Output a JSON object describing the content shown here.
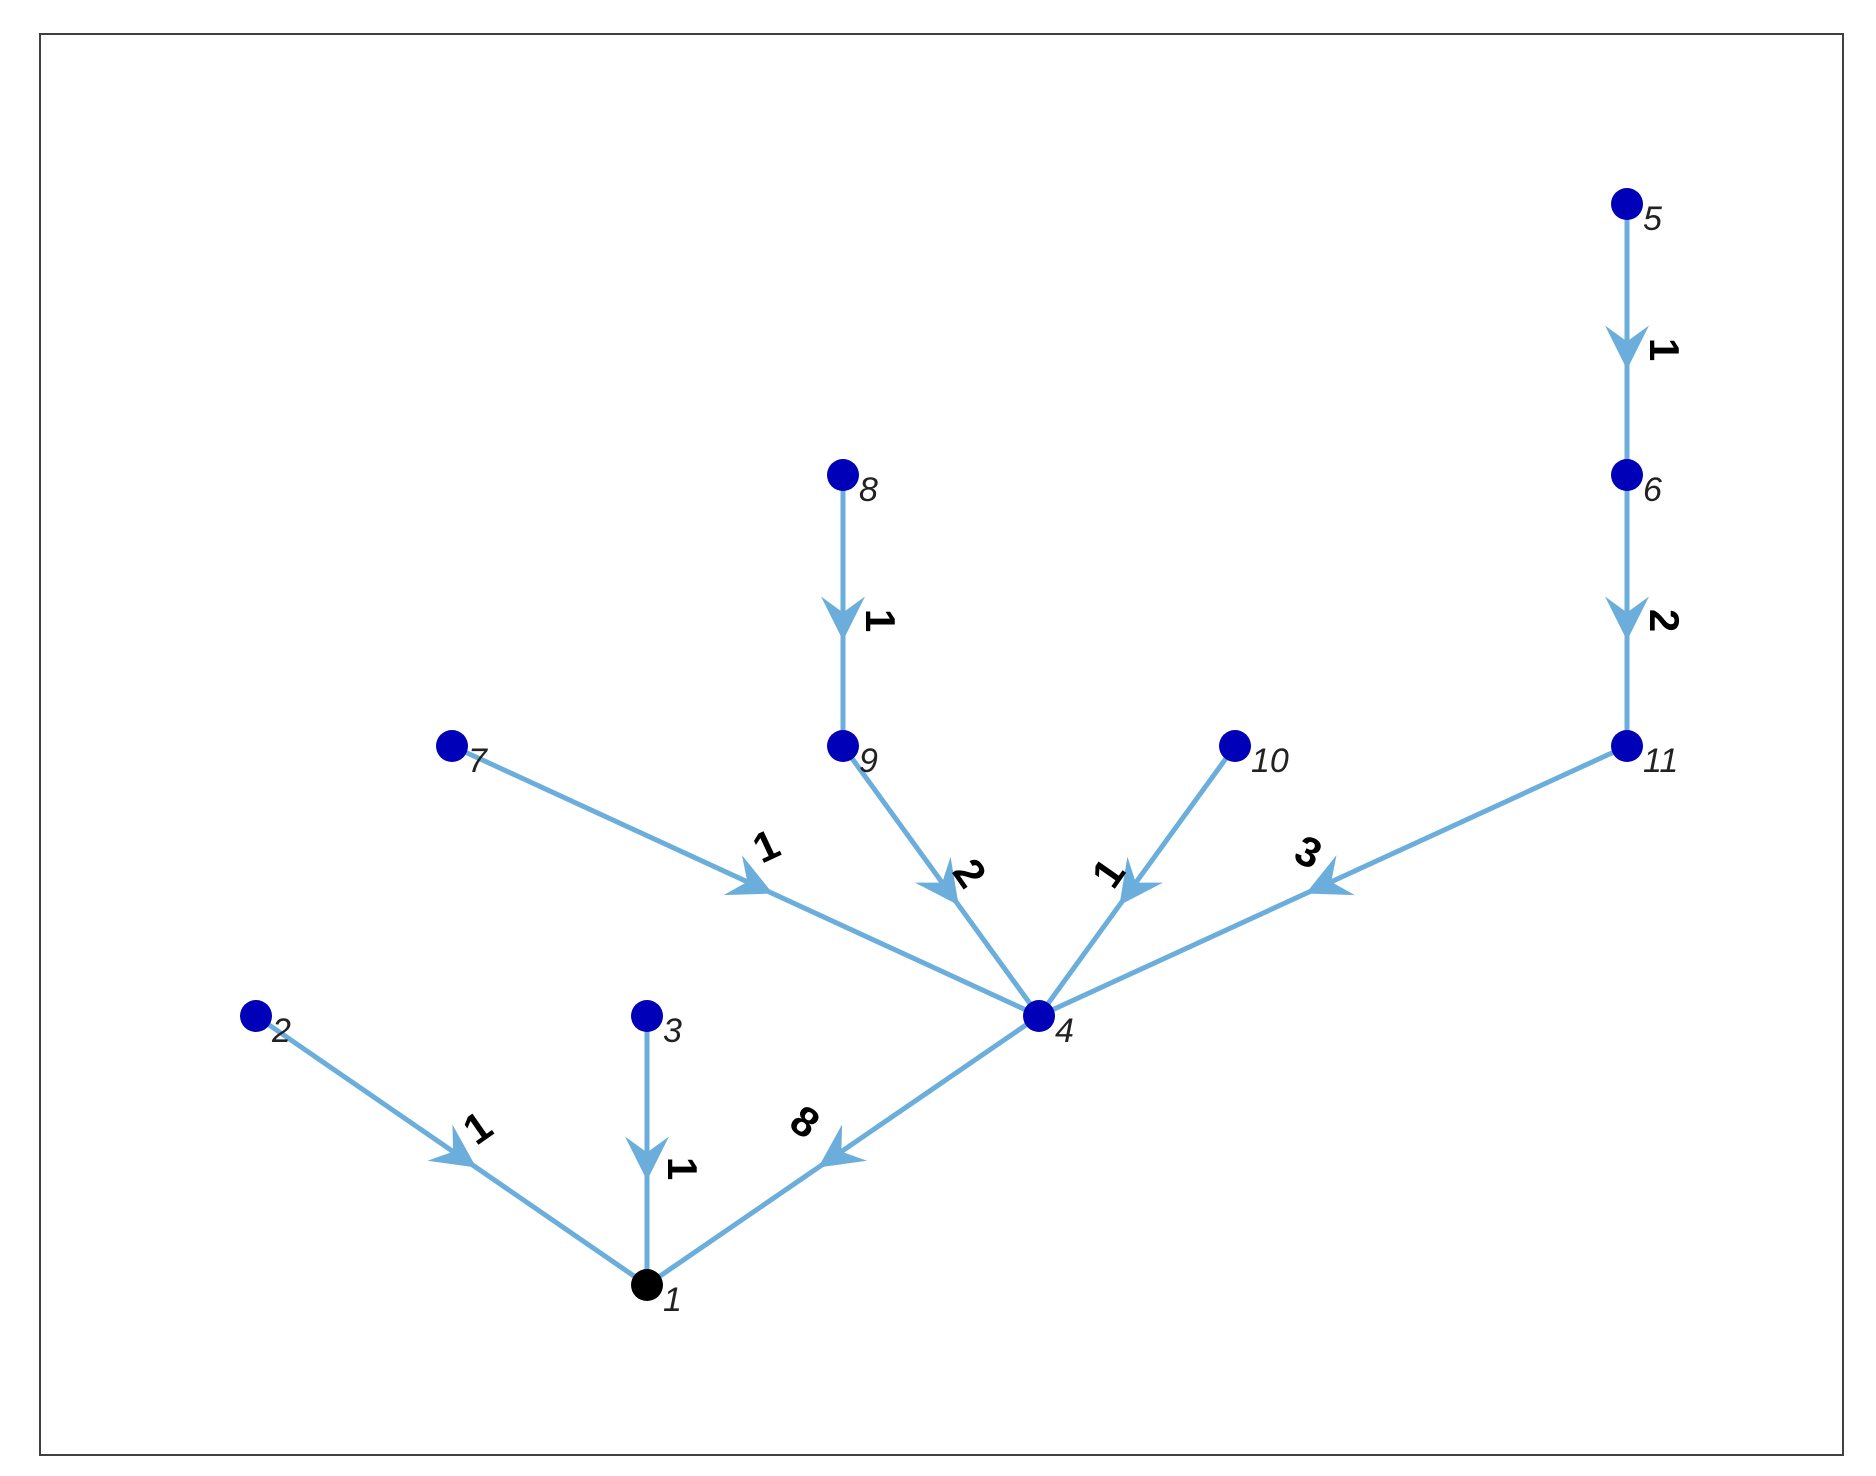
{
  "graph": {
    "type": "directed-tree",
    "edge_color": "#6BAEDB",
    "node_color": "#0000B8",
    "root_color": "#000000",
    "root": "1",
    "nodes": [
      "1",
      "2",
      "3",
      "4",
      "5",
      "6",
      "7",
      "8",
      "9",
      "10",
      "11"
    ],
    "edges": [
      {
        "from": "2",
        "to": "1",
        "weight": "1"
      },
      {
        "from": "3",
        "to": "1",
        "weight": "1"
      },
      {
        "from": "4",
        "to": "1",
        "weight": "8"
      },
      {
        "from": "7",
        "to": "4",
        "weight": "1"
      },
      {
        "from": "9",
        "to": "4",
        "weight": "2"
      },
      {
        "from": "10",
        "to": "4",
        "weight": "1"
      },
      {
        "from": "11",
        "to": "4",
        "weight": "3"
      },
      {
        "from": "8",
        "to": "9",
        "weight": "1"
      },
      {
        "from": "5",
        "to": "6",
        "weight": "1"
      },
      {
        "from": "6",
        "to": "11",
        "weight": "2"
      }
    ]
  }
}
